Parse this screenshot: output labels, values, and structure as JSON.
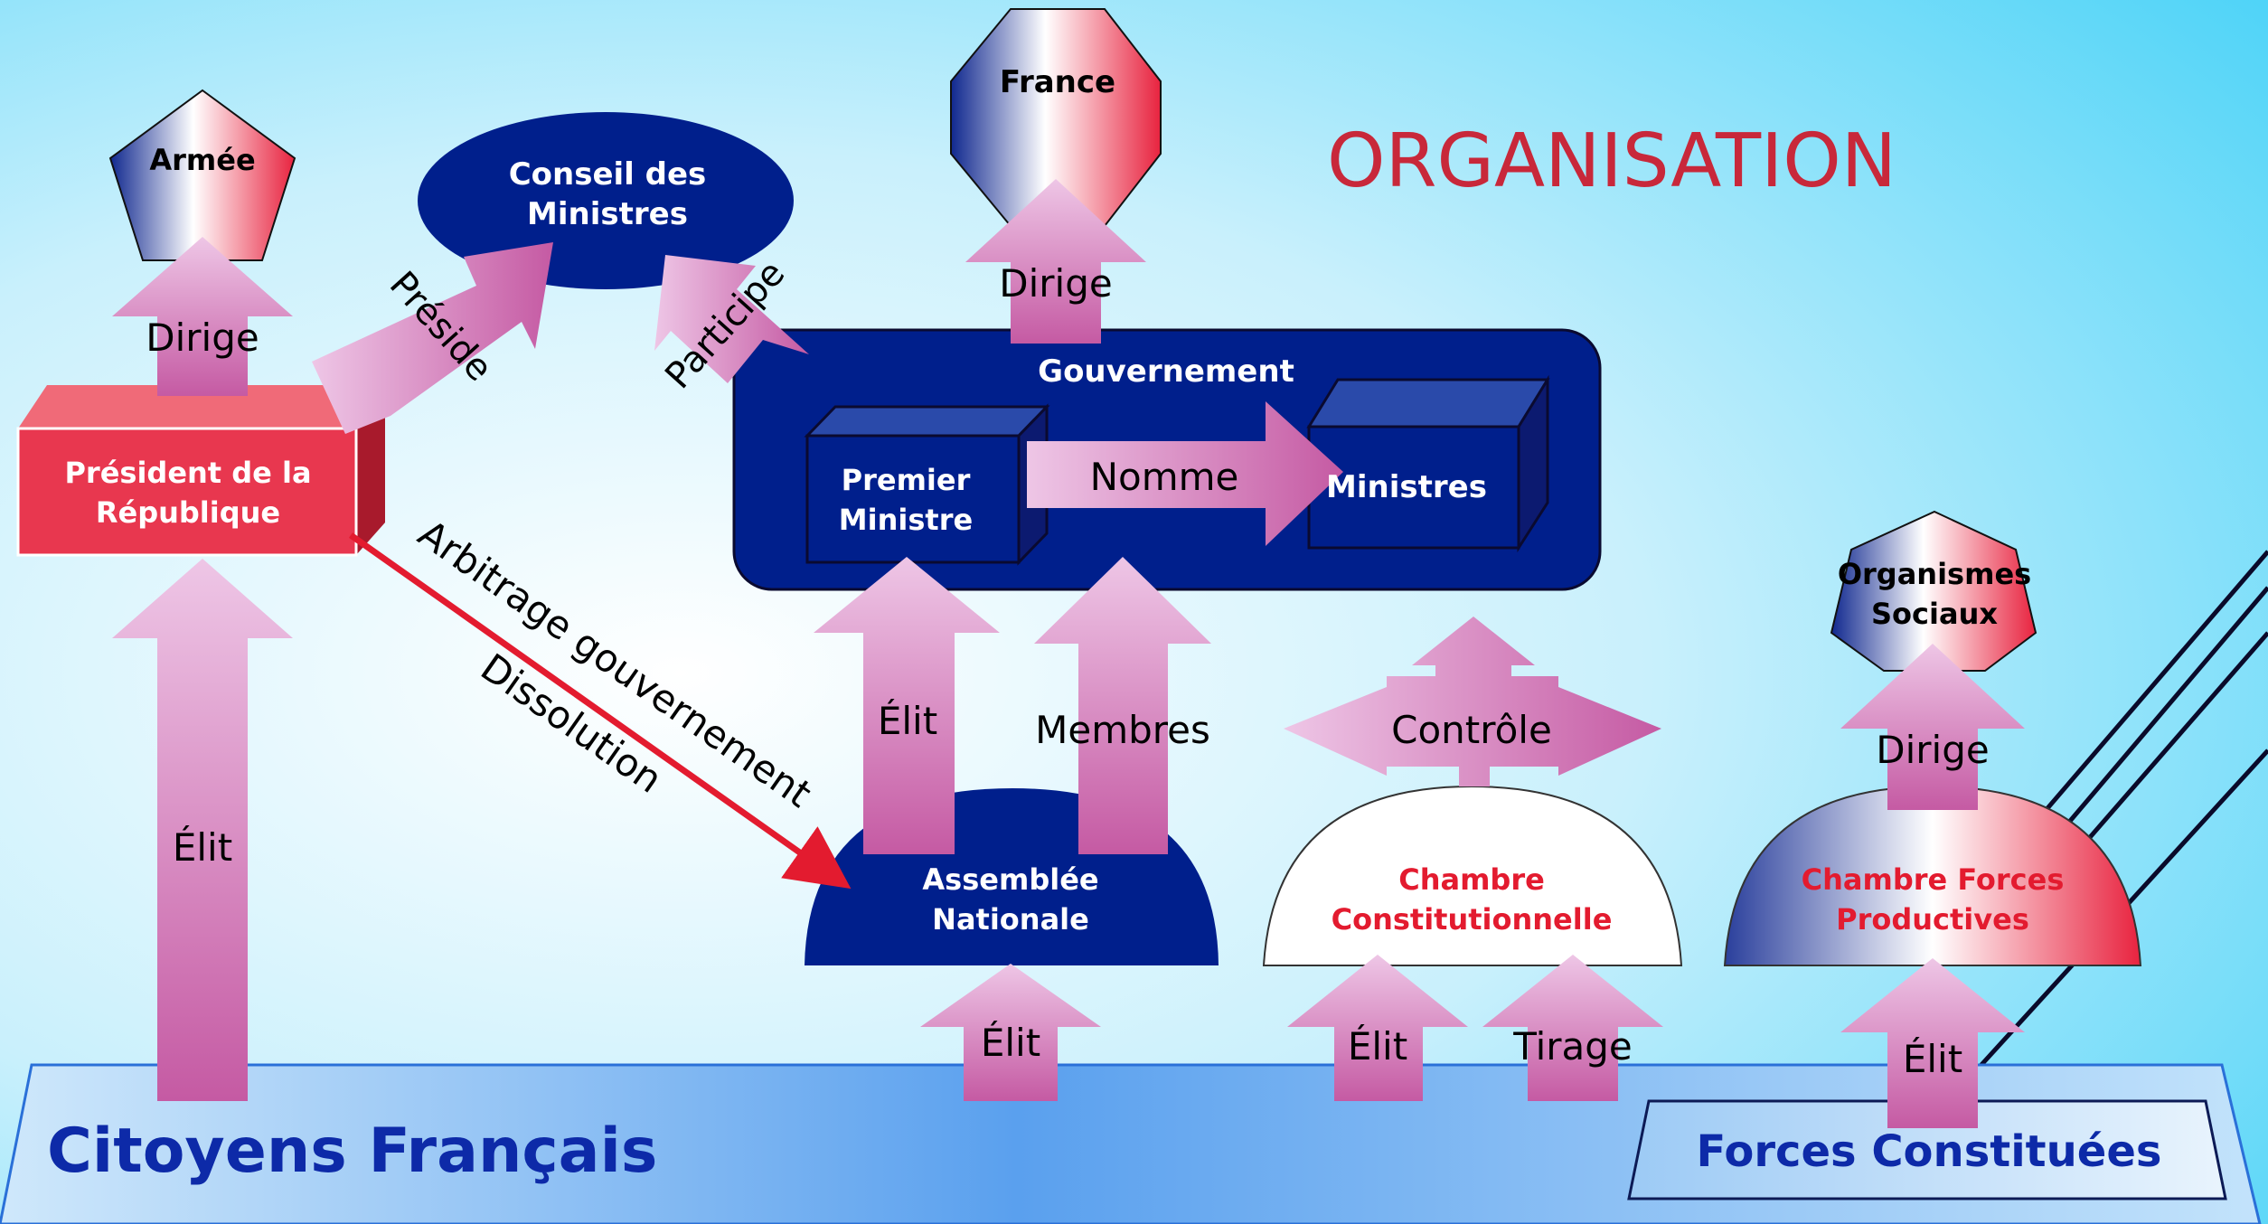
{
  "title": "ORGANISATION",
  "colors": {
    "navy": "#001f8c",
    "red": "#e8374f",
    "pink_light": "#e9bde0",
    "pink_dark": "#c85ea4",
    "title_red": "#c8283a",
    "bg_light": "#eef9ff",
    "bg_cyan": "#40cff5"
  },
  "nodes": {
    "armee": "Armée",
    "france": "France",
    "conseil_line1": "Conseil des",
    "conseil_line2": "Ministres",
    "president_line1": "Président de la",
    "president_line2": "République",
    "gouvernement": "Gouvernement",
    "premier_line1": "Premier",
    "premier_line2": "Ministre",
    "ministres": "Ministres",
    "organismes_line1": "Organismes",
    "organismes_line2": "Sociaux",
    "assemblee_line1": "Assemblée",
    "assemblee_line2": "Nationale",
    "chambre_const_line1": "Chambre",
    "chambre_const_line2": "Constitutionnelle",
    "chambre_forces_line1": "Chambre Forces",
    "chambre_forces_line2": "Productives",
    "citoyens": "Citoyens Français",
    "forces_constituees": "Forces Constituées"
  },
  "arrows": {
    "dirige_armee": "Dirige",
    "preside": "Préside",
    "participe": "Participe",
    "dirige_france": "Dirige",
    "nomme": "Nomme",
    "elit_president": "Élit",
    "arbitrage_line1": "Arbitrage gouvernement",
    "arbitrage_line2": "Dissolution",
    "elit_premier": "Élit",
    "membres": "Membres",
    "controle": "Contrôle",
    "dirige_organismes": "Dirige",
    "elit_assemblee": "Élit",
    "elit_chambre_const": "Élit",
    "tirage": "Tirage",
    "elit_chambre_forces": "Élit"
  }
}
